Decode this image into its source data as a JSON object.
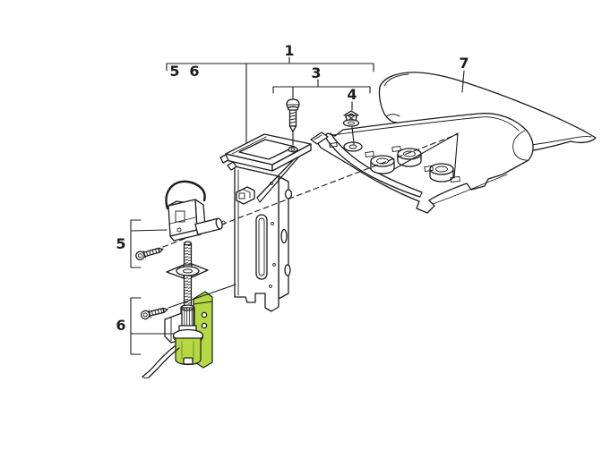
{
  "diagram": {
    "background_color": "#ffffff",
    "ink_color": "#1c1c1c",
    "highlight_color": "#b4d944",
    "callouts": {
      "assembly": {
        "label": "1"
      },
      "top_left_a": {
        "label": "5"
      },
      "top_left_b": {
        "label": "6"
      },
      "mount_screw": {
        "label": "3"
      },
      "clip_nut": {
        "label": "4"
      },
      "switch_group": {
        "label": "5"
      },
      "motor_group": {
        "label": "6"
      },
      "spoiler_cap": {
        "label": "7"
      }
    }
  }
}
